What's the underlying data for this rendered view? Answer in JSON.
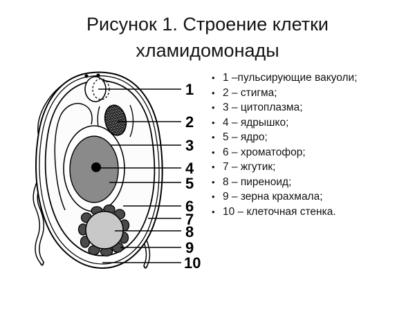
{
  "title": {
    "line1": "Рисунок 1. Строение клетки",
    "line2": "хламидомонады",
    "full": "Рисунок 1. Строение клетки хламидомонады"
  },
  "legend": {
    "bullet_glyph": "•",
    "items": [
      {
        "bullet": "•",
        "text": "1 –пульсирующие вакуоли;"
      },
      {
        "bullet": "•",
        "text": "2 – стигма;"
      },
      {
        "bullet": "•",
        "text": "3 – цитоплазма;"
      },
      {
        "bullet": "•",
        "text": "4 – ядрышко;"
      },
      {
        "bullet": "•",
        "text": "5 – ядро;"
      },
      {
        "bullet": "•",
        "text": "6 – хроматофор;"
      },
      {
        "bullet": "•",
        "text": "7 – жгутик;"
      },
      {
        "bullet": "•",
        "text": "8 – пиреноид;"
      },
      {
        "bullet": "•",
        "text": "9 – зерна крахмала;"
      },
      {
        "bullet": "•",
        "text": "10 – клеточная стенка."
      }
    ]
  },
  "diagram": {
    "callout_numbers": [
      "1",
      "2",
      "3",
      "4",
      "5",
      "6",
      "7",
      "8",
      "9",
      "10"
    ],
    "parts": [
      {
        "id": 1,
        "name": "pulsating-vacuoles"
      },
      {
        "id": 2,
        "name": "stigma"
      },
      {
        "id": 3,
        "name": "cytoplasm"
      },
      {
        "id": 4,
        "name": "nucleolus"
      },
      {
        "id": 5,
        "name": "nucleus"
      },
      {
        "id": 6,
        "name": "chromatophore"
      },
      {
        "id": 7,
        "name": "flagellum"
      },
      {
        "id": 8,
        "name": "pyrenoid"
      },
      {
        "id": 9,
        "name": "starch-grains"
      },
      {
        "id": 10,
        "name": "cell-wall"
      }
    ]
  },
  "colors": {
    "background": "#ffffff",
    "ink": "#000000",
    "title_text": "#131313",
    "nucleus_fill": "#8a8a8a",
    "nucleolus_fill": "#000000",
    "pyrenoid_fill": "#c8c8c8",
    "starch_fill": "#4a4a4a",
    "stigma_fill": "#1a1a1a",
    "cell_fill": "#fdfdfd"
  }
}
